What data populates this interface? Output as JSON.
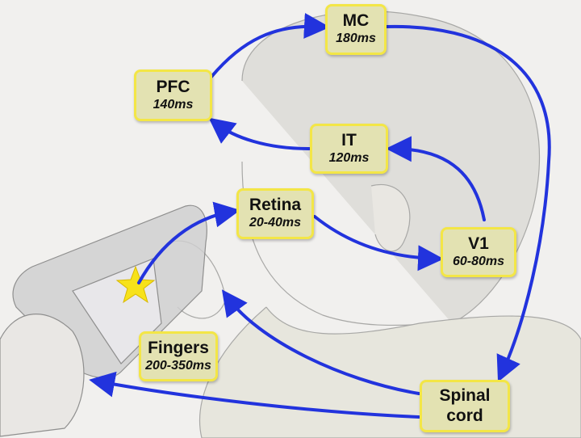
{
  "nodes": {
    "mc": {
      "name": "MC",
      "time": "180ms"
    },
    "pfc": {
      "name": "PFC",
      "time": "140ms"
    },
    "it": {
      "name": "IT",
      "time": "120ms"
    },
    "retina": {
      "name": "Retina",
      "time": "20-40ms"
    },
    "v1": {
      "name": "V1",
      "time": "60-80ms"
    },
    "fingers": {
      "name": "Fingers",
      "time": "200-350ms"
    },
    "spinal": {
      "name": "Spinal",
      "name2": "cord"
    }
  },
  "colors": {
    "arrow": "#2233dd",
    "box_fill": "#e3e2b2",
    "box_border": "#f3e646",
    "star": "#f7e21a"
  }
}
